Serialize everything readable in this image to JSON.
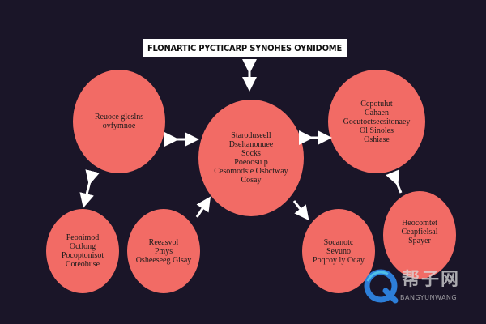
{
  "title": "FLONARTIC PYCTICARP SYNOHES OYNIDOME",
  "colors": {
    "background": "#1a1528",
    "node_fill": "#f26b65",
    "arrow": "#ffffff",
    "watermark_blue": "#2d7ed8"
  },
  "nodes": {
    "center": [
      "Staroduseell",
      "Dseltanonuee",
      "Socks",
      "Poeoosu p",
      "Cesomodsie Osbctway",
      "Cosay"
    ],
    "top_left": [
      "Reuoce gleslns",
      "ovfymnoe"
    ],
    "top_right": [
      "Cepotulut",
      "Cahaen",
      "Gocutoctsecsitonaey",
      "Ol Sinoles",
      "Oshiase"
    ],
    "bottom_left": [
      "Peonimod",
      "Octlong",
      "Pocoptonisot",
      "Coteobuse"
    ],
    "bottom_mid_left": [
      "Reeasvol",
      "Pmys",
      "Osheeseeg Gisay"
    ],
    "bottom_mid_right": [
      "Socanotc",
      "Sevuno",
      "Poqcoy ly Ocay"
    ],
    "bottom_right": [
      "Heocomtet",
      "Ceapfielsal",
      "Spayer"
    ]
  },
  "watermark": {
    "cn_text": "帮子网",
    "en_text": "BANGYUNWANG",
    "logo_icon": "q-logo-icon"
  }
}
